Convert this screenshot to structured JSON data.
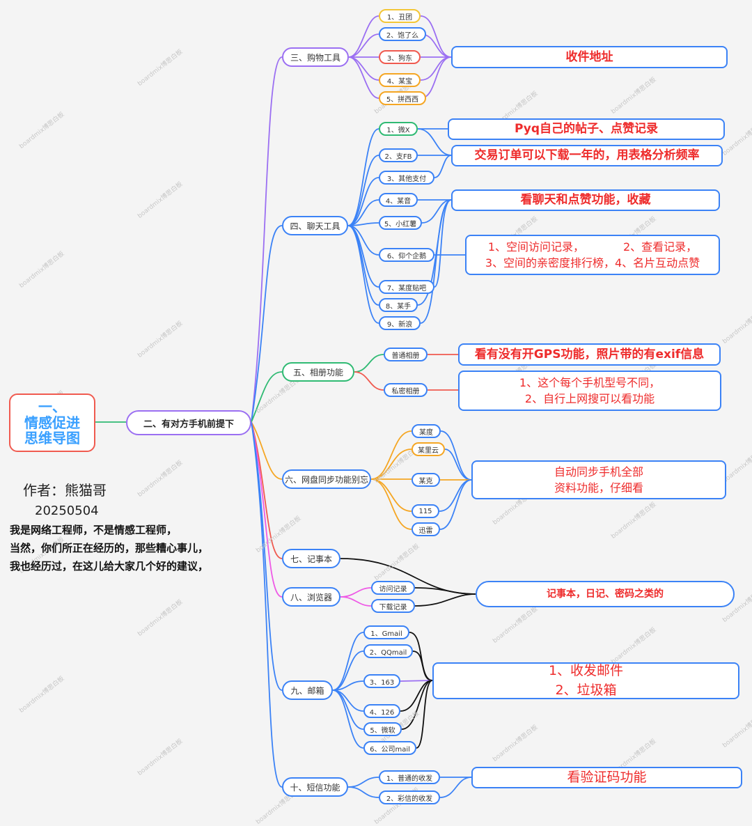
{
  "root": {
    "line1": "一、",
    "line2": "情感促进",
    "line3": "思维导图"
  },
  "center": "二、有对方手机前提下",
  "author": "作者：熊猫哥",
  "date": "20250504",
  "intro": [
    "我是网络工程师，不是情感工程师，",
    "当然，你们所正在经历的，那些糟心事儿，",
    "我也经历过，在这儿给大家几个好的建议，"
  ],
  "watermark": "boardmix博思白板",
  "colors": {
    "purple": "#9b6ff2",
    "blue": "#3b82f6",
    "green": "#2fba73",
    "red": "#f05a4f",
    "orange": "#f5a623",
    "pink": "#ee5ae6",
    "black": "#111111",
    "gold": "#f3c637",
    "text_red": "#ee2b2b"
  },
  "branches": {
    "shopping": {
      "label": "三、购物工具",
      "items": [
        "1、丑团",
        "2、饱了么",
        "3、狗东",
        "4、某宝",
        "5、拼西西"
      ],
      "note": "收件地址"
    },
    "chat": {
      "label": "四、聊天工具",
      "items": [
        "1、微X",
        "2、支FB",
        "3、其他支付",
        "4、某音",
        "5、小红薯",
        "6、仰个企鹅",
        "7、某度贴吧",
        "8、某手",
        "9、新浪"
      ],
      "note_wechat": "Pyq自己的帖子、点赞记录",
      "note_pay": "交易订单可以下载一年的，用表格分析频率",
      "note_social": "看聊天和点赞功能，收藏",
      "note_qq_l1a": "1、空间访问记录，",
      "note_qq_l1b": "2、查看记录，",
      "note_qq_l2": "3、空间的亲密度排行榜，4、名片互动点赞"
    },
    "album": {
      "label": "五、相册功能",
      "items": [
        "普通相册",
        "私密相册"
      ],
      "note_normal": "看有没有开GPS功能，照片带的有exif信息",
      "note_private_l1": "1、这个每个手机型号不同，",
      "note_private_l2": "2、自行上网搜可以看功能"
    },
    "cloud": {
      "label": "六、网盘同步功能别忘",
      "items": [
        "某度",
        "某里云",
        "某克",
        "115",
        "迅雷"
      ],
      "note_l1": "自动同步手机全部",
      "note_l2": "资料功能，仔细看"
    },
    "notepad": {
      "label": "七、记事本"
    },
    "browser": {
      "label": "八、浏览器",
      "items": [
        "访问记录",
        "下载记录"
      ],
      "note": "记事本，日记、密码之类的"
    },
    "mail": {
      "label": "九、邮箱",
      "items": [
        "1、Gmail",
        "2、QQmail",
        "3、163",
        "4、126",
        "5、微软",
        "6、公司mail"
      ],
      "note_l1": "1、收发邮件",
      "note_l2": "2、垃圾箱"
    },
    "sms": {
      "label": "十、短信功能",
      "items": [
        "1、普通的收发",
        "2、彩信的收发"
      ],
      "note": "看验证码功能"
    }
  }
}
